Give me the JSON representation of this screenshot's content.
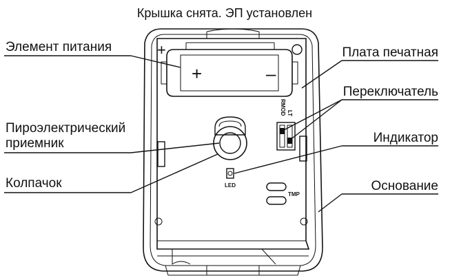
{
  "title": "Крышка снята. ЭП установлен",
  "labels": {
    "battery": "Элемент питания",
    "pyro_line1": "Пироэлектрический",
    "pyro_line2": "приемник",
    "cap": "Колпачок",
    "pcb": "Плата печатная",
    "switch": "Переключатель",
    "indicator": "Индикатор",
    "base": "Основание"
  },
  "device_marks": {
    "battery_plus": "+",
    "battery_minus": "–",
    "board_plus": "+",
    "switch_lt": "LT",
    "switch_rmod": "RMOD",
    "led": "LED",
    "tmp": "TMP"
  }
}
